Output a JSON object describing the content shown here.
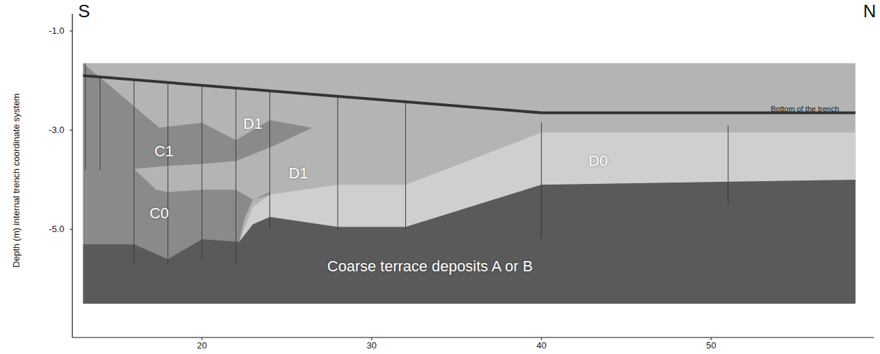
{
  "diagram": {
    "labels": [
      "S",
      "N",
      "-1.0",
      "-3.0",
      "-5.0",
      "Depth (m) internal trench coordinate system",
      "20",
      "30",
      "40",
      "50",
      "D1",
      "C1",
      "D1",
      "C0",
      "D0",
      "Coarse terrace deposits A or B",
      "Bottom of the trench"
    ]
  }
}
